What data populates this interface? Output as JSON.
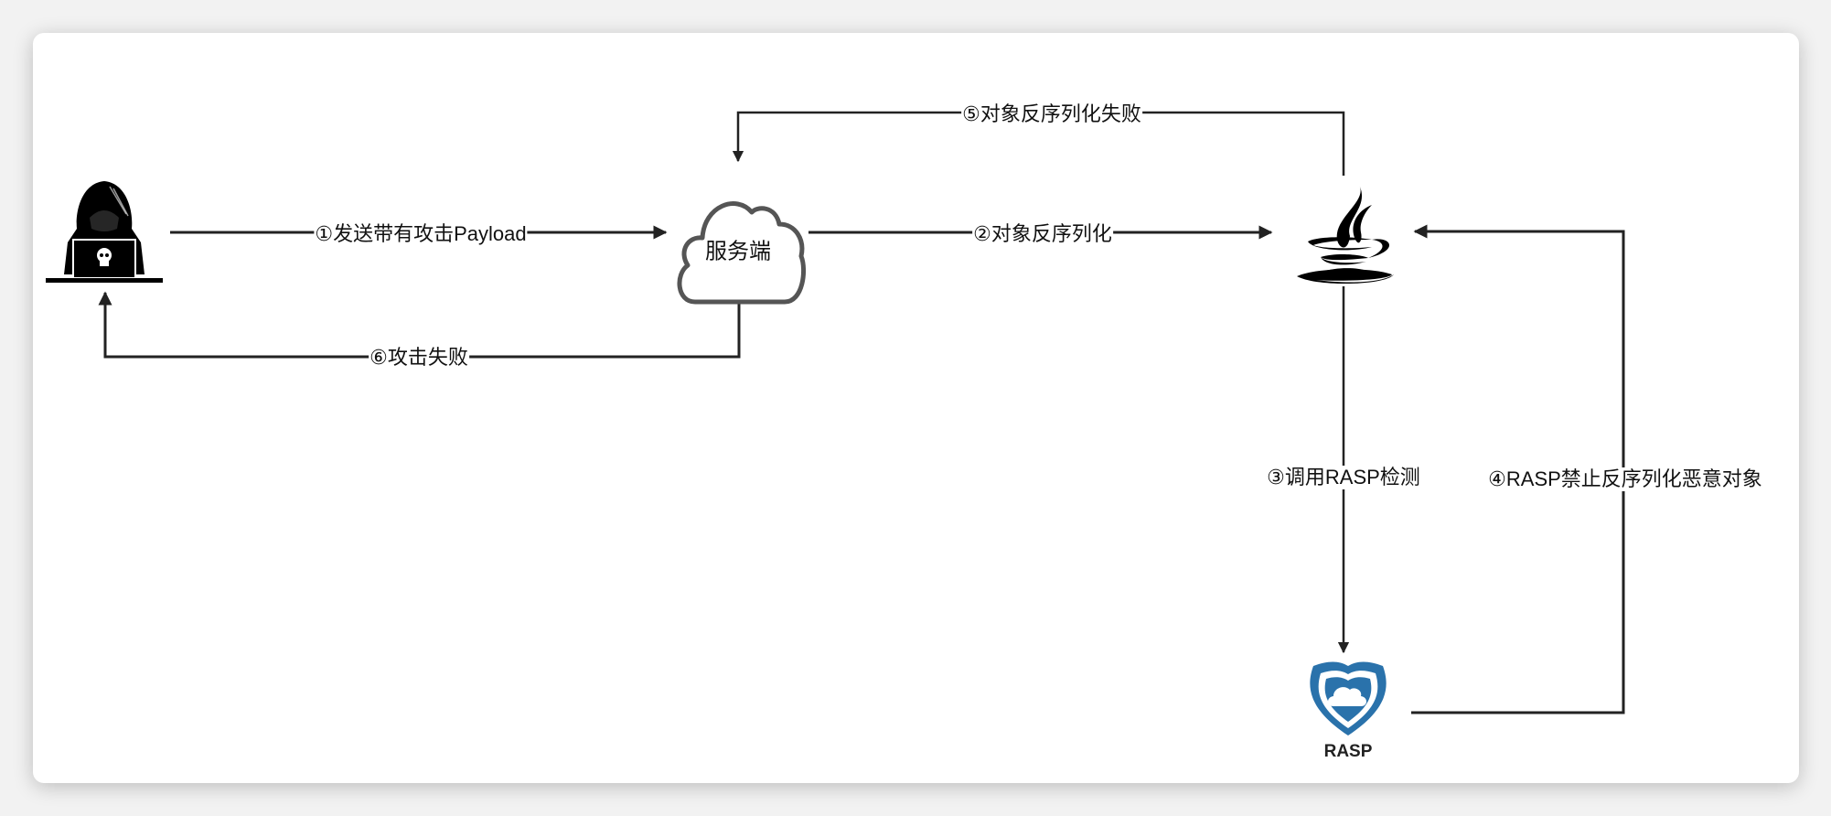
{
  "nodes": {
    "attacker": {
      "icon": "hacker-icon"
    },
    "server": {
      "label": "服务端",
      "icon": "cloud-icon"
    },
    "java": {
      "icon": "java-icon"
    },
    "rasp": {
      "label": "RASP",
      "icon": "shield-cloud-icon",
      "color": "#2a72ab"
    }
  },
  "edges": [
    {
      "label": "①发送带有攻击Payload"
    },
    {
      "label": "②对象反序列化"
    },
    {
      "label": "③调用RASP检测"
    },
    {
      "label": "④RASP禁止反序列化恶意对象"
    },
    {
      "label": "⑤对象反序列化失败"
    },
    {
      "label": "⑥攻击失败"
    }
  ],
  "colors": {
    "line": "#222222",
    "accent": "#2a72ab"
  }
}
